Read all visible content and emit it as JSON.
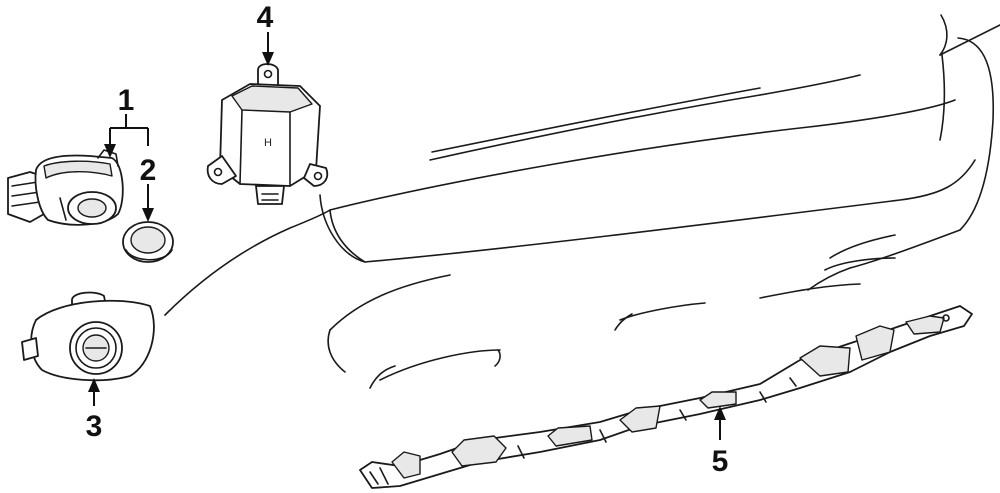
{
  "callouts": [
    {
      "id": "1",
      "label": "1"
    },
    {
      "id": "2",
      "label": "2"
    },
    {
      "id": "3",
      "label": "3"
    },
    {
      "id": "4",
      "label": "4"
    },
    {
      "id": "5",
      "label": "5"
    }
  ],
  "module_marking": "H"
}
